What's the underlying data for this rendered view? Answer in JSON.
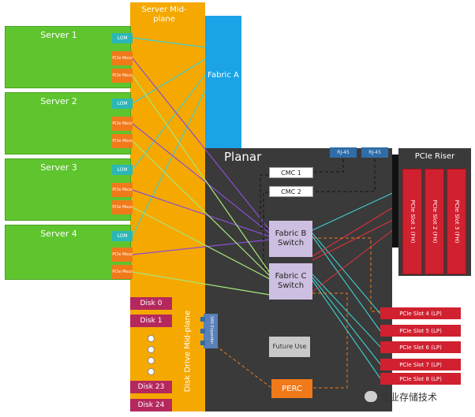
{
  "servers": [
    {
      "name": "Server 1",
      "lom": "LOM",
      "mezz1": "PCIe Mezz",
      "mezz2": "PCIe Mezz"
    },
    {
      "name": "Server 2",
      "lom": "LOM",
      "mezz1": "PCIe Mezz",
      "mezz2": "PCIe Mezz"
    },
    {
      "name": "Server 3",
      "lom": "LOM",
      "mezz1": "PCIe Mezz",
      "mezz2": "PCIe Mezz"
    },
    {
      "name": "Server 4",
      "lom": "LOM",
      "mezz1": "PCIe Mezz",
      "mezz2": "PCIe Mezz"
    }
  ],
  "midplane": {
    "title": "Server Mid-plane"
  },
  "fabric_a": {
    "label": "Fabric A"
  },
  "planar": {
    "title": "Planar",
    "rj45_1": "RJ-45",
    "rj45_2": "RJ-45",
    "cmc1": "CMC 1",
    "cmc2": "CMC 2",
    "switch_b": "Fabric B Switch",
    "switch_c": "Fabric C Switch",
    "future": "Future Use",
    "perc": "PERC"
  },
  "riser": {
    "title": "PCIe Riser",
    "slots": [
      "PCIe Slot 1 (FH)",
      "PCIe Slot 2 (FH)",
      "PCIe Slot 3 (FH)"
    ]
  },
  "lp_slots": [
    "PCIe Slot 4 (LP)",
    "PCIe Slot 5 (LP)",
    "PCIe Slot 6 (LP)",
    "PCIe Slot 7 (LP)",
    "PCIe Slot 8 (LP)"
  ],
  "disks": {
    "top": [
      "Disk 0",
      "Disk 1"
    ],
    "bottom": [
      "Disk 23",
      "Disk 24"
    ]
  },
  "disk_midplane": {
    "title": "Disk Drive Mid-plane",
    "expander": "SAS Expander"
  },
  "watermark": "企业存储技术",
  "colors": {
    "server": "#5fc52e",
    "midplane": "#f5a800",
    "fabric_a": "#1aa3e6",
    "planar": "#3a3a3a",
    "switch": "#cdbfe1",
    "riser": "#d1202f",
    "disk": "#b5285d",
    "perc": "#f07a1a"
  }
}
